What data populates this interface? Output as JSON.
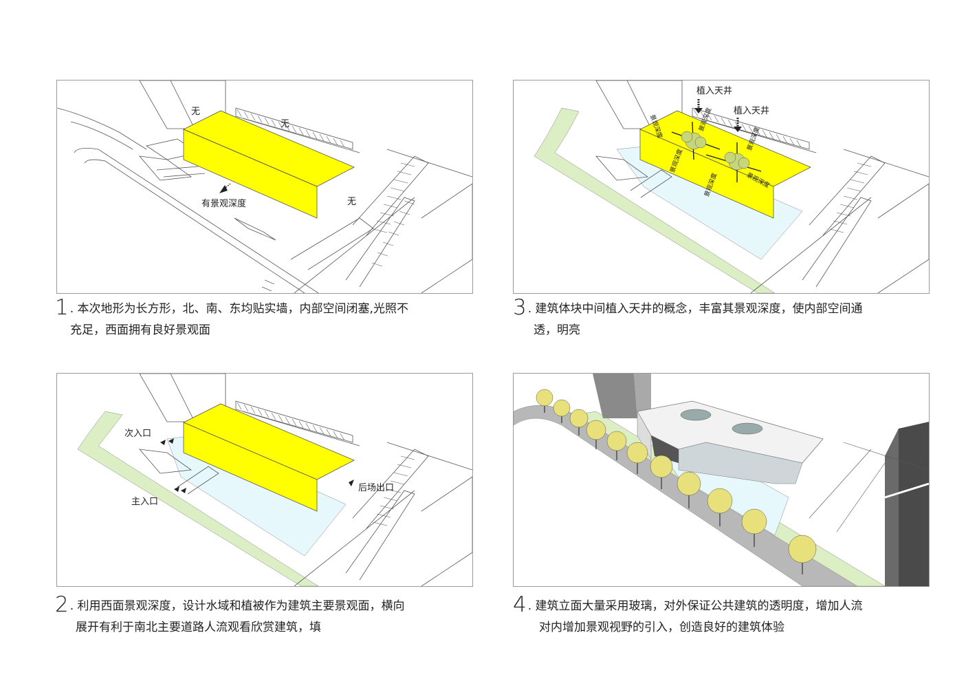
{
  "panels": [
    {
      "id": 1,
      "labels": {
        "none_north": "无",
        "none_north2": "无",
        "none_east": "无",
        "west_view": "有景观深度"
      },
      "caption": {
        "num": "1",
        "line1": ". 本次地形为长方形，北、南、东均贴实墙，内部空间闭塞,光照不",
        "line2": "充足，西面拥有良好景观面"
      }
    },
    {
      "id": 3,
      "labels": {
        "atrium1": "植入天井",
        "atrium2": "植入天井",
        "depth": "景观深度"
      },
      "caption": {
        "num": "3",
        "line1": ". 建筑体块中间植入天井的概念，丰富其景观深度，使内部空间通",
        "line2": "透，明亮"
      }
    },
    {
      "id": 2,
      "labels": {
        "secondary_entry": "次入口",
        "main_entry": "主入口",
        "rear_exit": "后场出口"
      },
      "caption": {
        "num": "2",
        "line1": ". 利用西面景观深度，设计水域和植被作为建筑主要景观面，横向",
        "line2": "展开有利于南北主要道路人流观看欣赏建筑，填"
      }
    },
    {
      "id": 4,
      "labels": {},
      "caption": {
        "num": "4",
        "line1": ". 建筑立面大量采用玻璃，对外保证公共建筑的透明度，增加人流",
        "line2": "对内增加景观视野的引入，创造良好的建筑体验"
      }
    }
  ],
  "colors": {
    "building": "#ffff00",
    "water": "#e6f8fc",
    "green": "#dcefc4",
    "road": "#b8b8b8",
    "tree": "#e8e07a"
  }
}
